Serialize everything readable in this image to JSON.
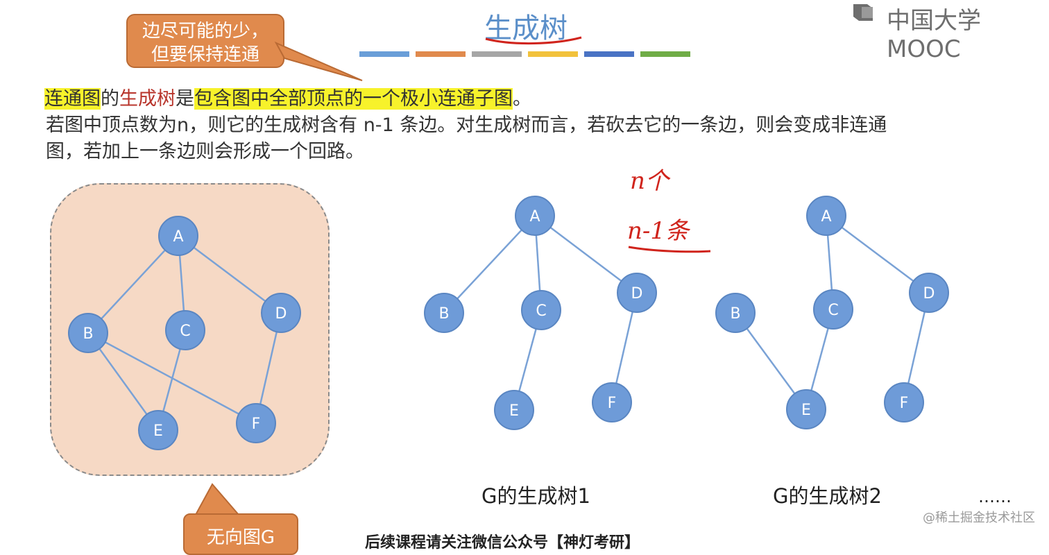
{
  "brand": {
    "logo_text": "中国大学MOOC"
  },
  "slide": {
    "title": "生成树",
    "callout_top": {
      "line1": "边尽可能的少，",
      "line2": "但要保持连通"
    },
    "stripes": [
      "#6a9ed8",
      "#e08a4d",
      "#a6a6a6",
      "#f2c23c",
      "#4a73c4",
      "#70ad47"
    ],
    "definition": {
      "seg1": "连通图",
      "seg2": "的",
      "seg3": "生成树",
      "seg4": "是",
      "seg5": "包含图中全部顶点的一个极小连通子图",
      "seg6": "。"
    },
    "line2": "若图中顶点数为n，则它的生成树含有 n-1 条边。对生成树而言，若砍去它的一条边，则会变成非连通",
    "line3": "图，若加上一条边则会形成一个回路。",
    "callout_bottom": "无向图G",
    "caption1": "G的生成树1",
    "caption2": "G的生成树2",
    "ellipsis": "……",
    "handwriting": {
      "line1": "n个",
      "line2": "n-1条"
    },
    "footer": "后续课程请关注微信公众号【神灯考研】",
    "watermark": "@稀土掘金技术社区"
  },
  "colors": {
    "node_fill": "#6e9bd8",
    "node_stroke": "#5a86c2",
    "edge": "#7aa2d6",
    "box_fill": "#f6d9c5",
    "callout": "#e08a4d",
    "highlight": "#f7f22b",
    "title": "#5b8fc9",
    "hand": "#d0241c"
  },
  "graphs": [
    {
      "name": "graph-g",
      "nodes": [
        {
          "id": "A",
          "label": "A"
        },
        {
          "id": "B",
          "label": "B"
        },
        {
          "id": "C",
          "label": "C"
        },
        {
          "id": "D",
          "label": "D"
        },
        {
          "id": "E",
          "label": "E"
        },
        {
          "id": "F",
          "label": "F"
        }
      ],
      "edges": [
        [
          "A",
          "B"
        ],
        [
          "A",
          "C"
        ],
        [
          "A",
          "D"
        ],
        [
          "B",
          "E"
        ],
        [
          "B",
          "F"
        ],
        [
          "C",
          "E"
        ],
        [
          "D",
          "F"
        ]
      ]
    },
    {
      "name": "spanning-tree-1",
      "nodes": [
        {
          "id": "A",
          "label": "A"
        },
        {
          "id": "B",
          "label": "B"
        },
        {
          "id": "C",
          "label": "C"
        },
        {
          "id": "D",
          "label": "D"
        },
        {
          "id": "E",
          "label": "E"
        },
        {
          "id": "F",
          "label": "F"
        }
      ],
      "edges": [
        [
          "A",
          "B"
        ],
        [
          "A",
          "C"
        ],
        [
          "A",
          "D"
        ],
        [
          "C",
          "E"
        ],
        [
          "D",
          "F"
        ]
      ]
    },
    {
      "name": "spanning-tree-2",
      "nodes": [
        {
          "id": "A",
          "label": "A"
        },
        {
          "id": "B",
          "label": "B"
        },
        {
          "id": "C",
          "label": "C"
        },
        {
          "id": "D",
          "label": "D"
        },
        {
          "id": "E",
          "label": "E"
        },
        {
          "id": "F",
          "label": "F"
        }
      ],
      "edges": [
        [
          "A",
          "C"
        ],
        [
          "A",
          "D"
        ],
        [
          "B",
          "E"
        ],
        [
          "C",
          "E"
        ],
        [
          "D",
          "F"
        ]
      ]
    }
  ]
}
